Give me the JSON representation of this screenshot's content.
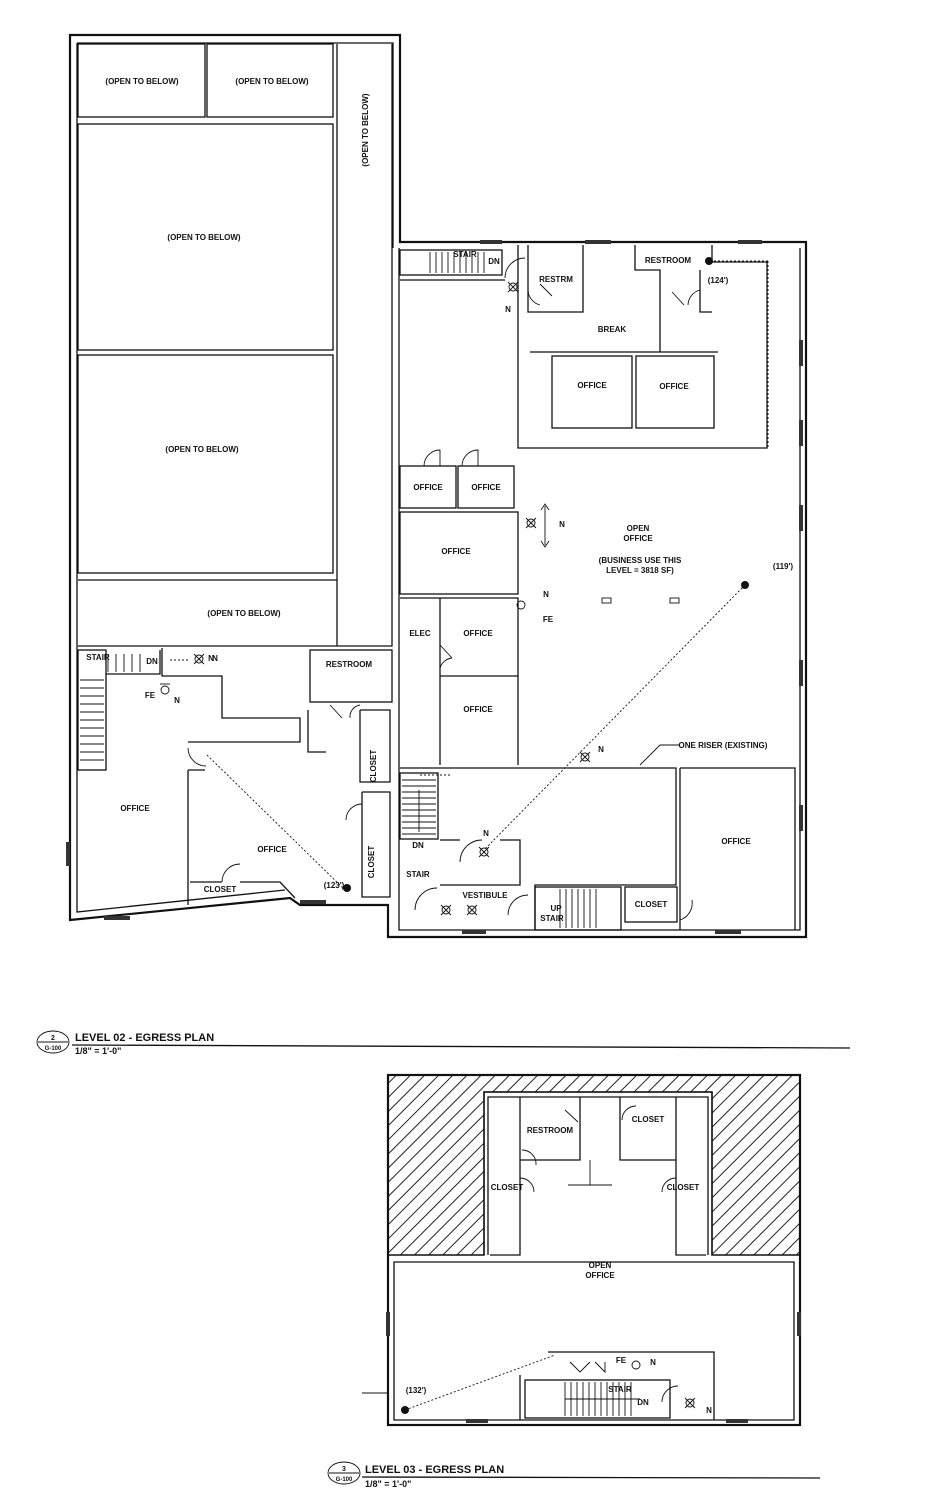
{
  "level02": {
    "title": "LEVEL 02 - EGRESS PLAN",
    "scale": "1/8\" = 1'-0\"",
    "detail_num": "2",
    "sheet": "G-100",
    "rooms": {
      "open_below_1": "(OPEN TO BELOW)",
      "open_below_2": "(OPEN TO BELOW)",
      "open_below_3": "(OPEN TO BELOW)",
      "open_below_4": "(OPEN TO BELOW)",
      "open_below_5": "(OPEN TO BELOW)",
      "open_below_vert": "(OPEN TO BELOW)",
      "stair_top": "STAIR",
      "dn_top": "DN",
      "restrm": "RESTRM",
      "restroom_ne": "RESTROOM",
      "break": "BREAK",
      "office_a": "OFFICE",
      "office_b": "OFFICE",
      "office_c": "OFFICE",
      "office_d": "OFFICE",
      "office_e": "OFFICE",
      "open_office": "OPEN",
      "open_office_2": "OFFICE",
      "business_use_1": "(BUSINESS USE THIS",
      "business_use_2": "LEVEL = 3818 SF)",
      "elec": "ELEC",
      "office_f": "OFFICE",
      "office_g": "OFFICE",
      "stair_w": "STAIR",
      "dn_w": "DN",
      "restroom_w": "RESTROOM",
      "closet_v1": "CLOSET",
      "closet_v2": "CLOSET",
      "office_h": "OFFICE",
      "office_i": "OFFICE",
      "closet_s": "CLOSET",
      "stair_s": "STAIR",
      "dn_s": "DN",
      "vestibule": "VESTIBULE",
      "up_s": "UP",
      "stair_s2": "STAIR",
      "closet_se": "CLOSET",
      "office_se": "OFFICE",
      "one_riser": "ONE RISER (EXISTING)",
      "fe_1": "FE",
      "fe_2": "FE",
      "n_1": "N",
      "n_2": "N",
      "n_3": "N",
      "n_4": "N",
      "n_5": "N",
      "n_6": "N",
      "n_7": "N",
      "n_8": "N",
      "dist_124": "(124')",
      "dist_119": "(119')",
      "dist_123": "(123')"
    }
  },
  "level03": {
    "title": "LEVEL 03 - EGRESS PLAN",
    "scale": "1/8\" = 1'-0\"",
    "detail_num": "3",
    "sheet": "G-100",
    "rooms": {
      "restroom": "RESTROOM",
      "closet_1": "CLOSET",
      "closet_2": "CLOSET",
      "closet_3": "CLOSET",
      "open": "OPEN",
      "office": "OFFICE",
      "fe": "FE",
      "n_1": "N",
      "n_2": "N",
      "stair": "STAIR",
      "dn": "DN",
      "dist_132": "(132')"
    }
  }
}
